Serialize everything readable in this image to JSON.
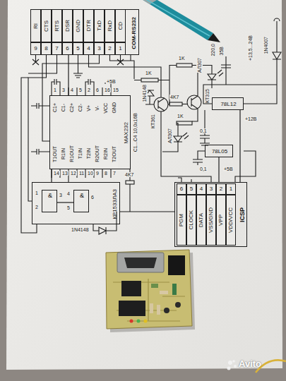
{
  "diagram": {
    "nodes": [
      {
        "text": [
          "COM-RS232"
        ]
      },
      {
        "text": [
          "MAX232"
        ]
      },
      {
        "text": [
          "78L12"
        ]
      },
      {
        "text": [
          "78L05"
        ]
      },
      {
        "text": [
          "КР1533ЛА3"
        ]
      },
      {
        "text": [
          "&"
        ],
        "in": 4
      },
      {
        "text": [
          "&"
        ],
        "in": 4
      },
      {
        "text": [
          "ICSP"
        ]
      }
    ],
    "edges": [
      {
        "from": 0,
        "to": 1,
        "arrow": "none"
      },
      {
        "from": 1,
        "to": 4,
        "arrow": "none"
      },
      {
        "from": 5,
        "to": 6,
        "arrow": "none"
      },
      {
        "from": 4,
        "to": 7,
        "arrow": "none"
      },
      {
        "from": 2,
        "to": 7,
        "arrow": "none"
      },
      {
        "from": 3,
        "to": 7,
        "arrow": "none"
      }
    ],
    "labels": [
      "RI",
      "9",
      "CTS",
      "8",
      "RTS",
      "7",
      "DSR",
      "6",
      "GND",
      "5",
      "DTR",
      "4",
      "TxD",
      "3",
      "RxD",
      "2",
      "CD",
      "1",
      "C1+",
      "C1-",
      "C2+",
      "C2-",
      "V+",
      "V-",
      "VCC",
      "GND",
      "1",
      "3",
      "4",
      "5",
      "2",
      "6",
      "16",
      "15",
      "T1OUT",
      "R1IN",
      "R1OUT",
      "T1IN",
      "T2IN",
      "R2OUT",
      "R2IN",
      "T2OUT",
      "14",
      "13",
      "12",
      "11",
      "10",
      "9",
      "8",
      "7",
      "1",
      "2",
      "3",
      "4",
      "5",
      "6",
      "6",
      "PGM",
      "5",
      "CLOCK",
      "4",
      "DATA",
      "3",
      "VSS/GND",
      "2",
      "VPP",
      "1",
      "VDD/VCC",
      "+13,5...24В",
      "1N4007",
      "220,0",
      "35В",
      "1K",
      "АЛ307",
      "1K",
      "1N4148",
      "КТ361",
      "АЛ307",
      "4K7",
      "1K",
      "КТ315",
      "0,1",
      "+12В",
      "0,1",
      "+5В",
      "+5В",
      "С1...С4 10,0х16В",
      "1N4148",
      "4K7",
      "Avito"
    ]
  }
}
